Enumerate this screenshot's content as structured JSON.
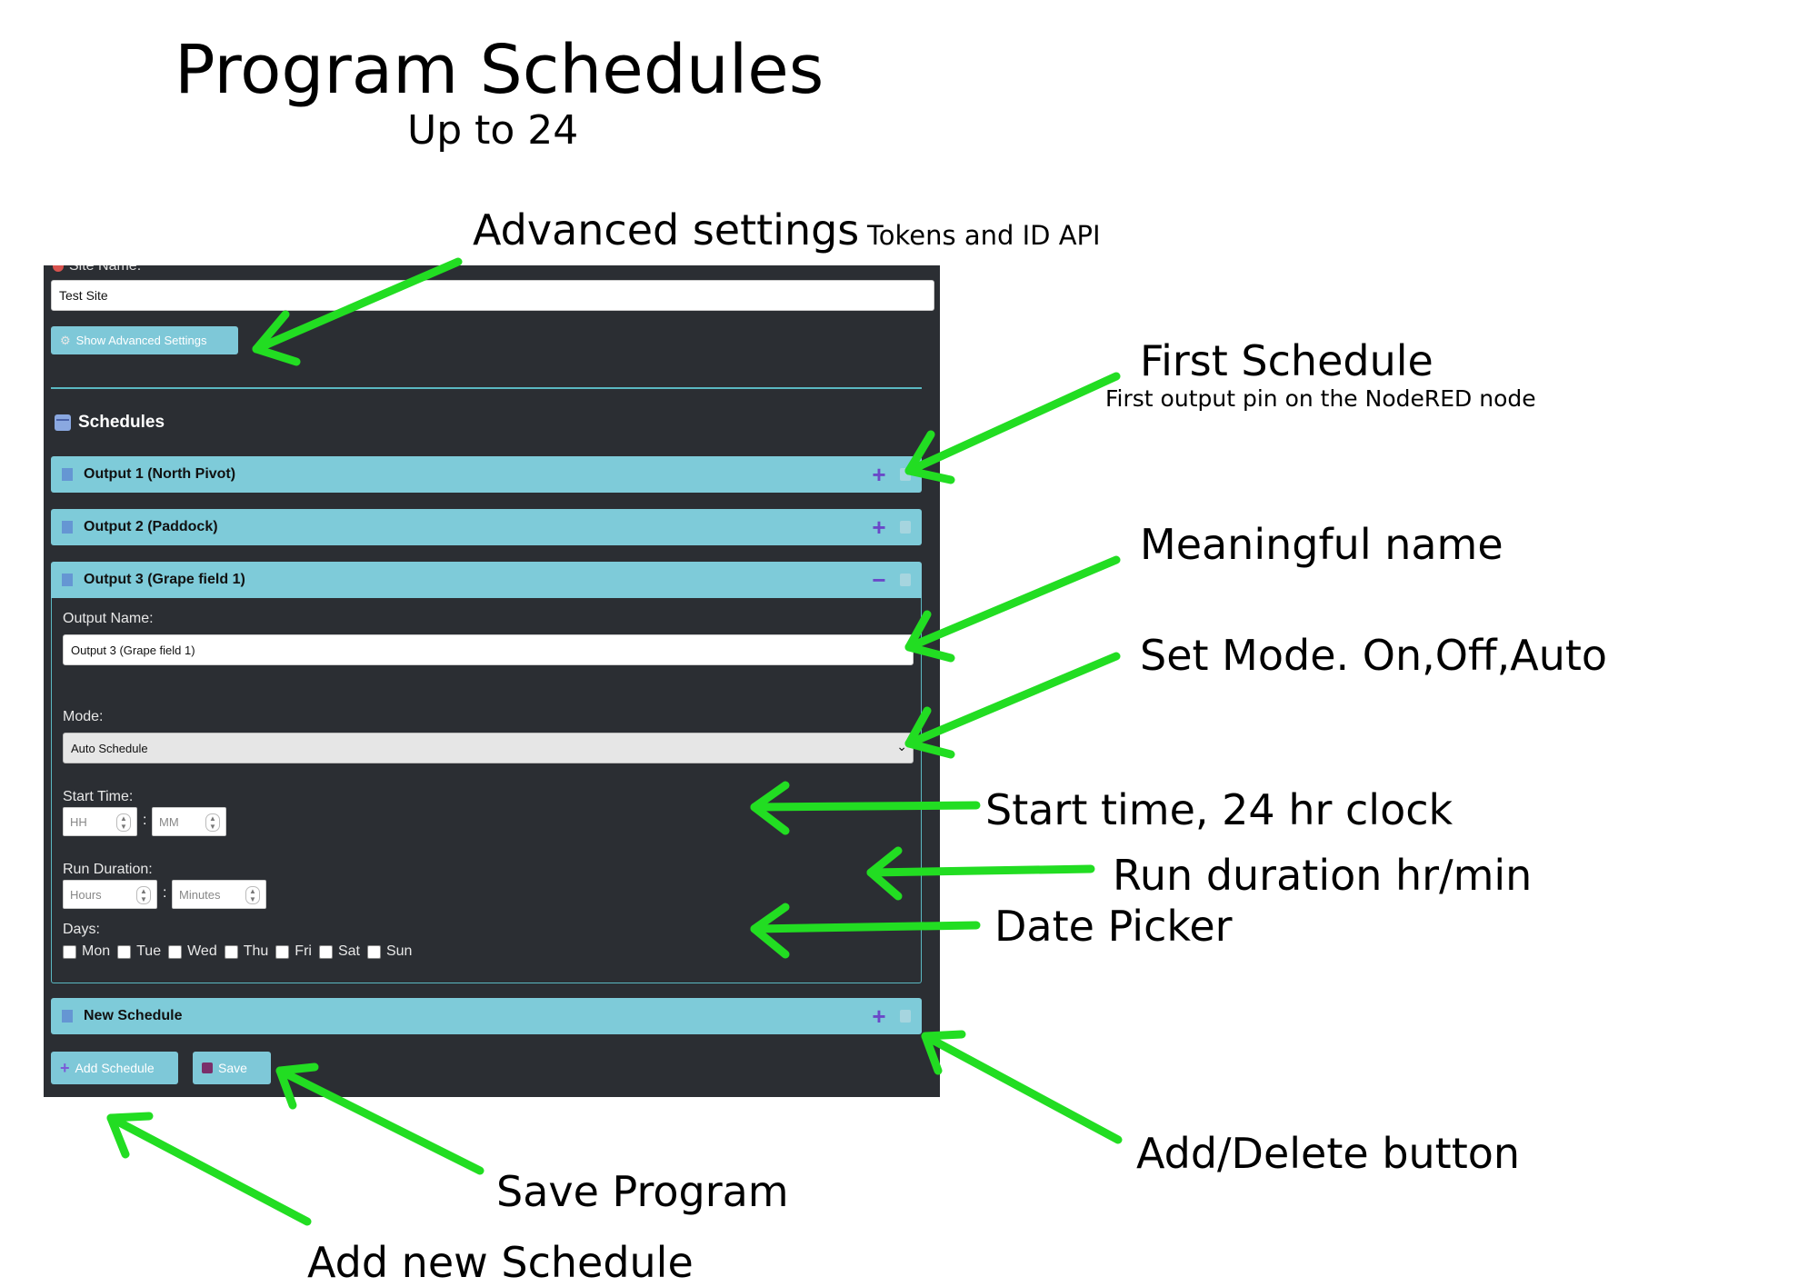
{
  "title": "Program Schedules",
  "subtitle": "Up to 24",
  "annotations": {
    "advanced": "Advanced settings",
    "advanced_sub": "Tokens and ID API",
    "first_schedule": "First Schedule",
    "first_schedule_sub": "First output pin on the NodeRED node",
    "meaningful_name": "Meaningful name",
    "set_mode": "Set Mode. On,Off,Auto",
    "start_time": "Start time, 24 hr clock",
    "run_duration": "Run duration hr/min",
    "date_picker": "Date Picker",
    "add_delete": "Add/Delete button",
    "save_program": "Save Program",
    "add_new": "Add new Schedule"
  },
  "panel": {
    "site_label": "Site Name:",
    "site_value": "Test Site",
    "advanced_button": "Show Advanced Settings",
    "schedules_heading": "Schedules",
    "schedules": [
      {
        "label": "Output 1 (North Pivot)",
        "expanded": false
      },
      {
        "label": "Output 2 (Paddock)",
        "expanded": false
      },
      {
        "label": "Output 3 (Grape field 1)",
        "expanded": true
      },
      {
        "label": "New Schedule",
        "expanded": false
      }
    ],
    "expanded": {
      "output_name_label": "Output Name:",
      "output_name_value": "Output 3 (Grape field 1)",
      "mode_label": "Mode:",
      "mode_value": "Auto Schedule",
      "start_time_label": "Start Time:",
      "hh_placeholder": "HH",
      "mm_placeholder": "MM",
      "run_duration_label": "Run Duration:",
      "hours_placeholder": "Hours",
      "minutes_placeholder": "Minutes",
      "days_label": "Days:",
      "days": [
        "Mon",
        "Tue",
        "Wed",
        "Thu",
        "Fri",
        "Sat",
        "Sun"
      ]
    },
    "add_schedule_button": "Add Schedule",
    "save_button": "Save",
    "plus_symbol": "+",
    "minus_symbol": "−",
    "colon": ":"
  },
  "colors": {
    "panel_bg": "#2b2e33",
    "bar_bg": "#7ecbd9",
    "accent_purple": "#6a48c8",
    "arrow_green": "#22dd22"
  }
}
